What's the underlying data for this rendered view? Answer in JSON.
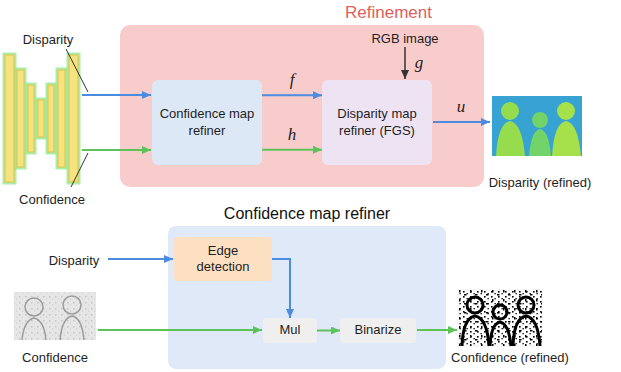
{
  "diagram": {
    "nodes": [
      {
        "text": [
          "Refinement"
        ]
      },
      {
        "text": [
          "Confidence map refiner"
        ],
        "in": 0
      },
      {
        "text": [
          "Disparity map refiner (FGS)"
        ],
        "in": 0
      },
      {
        "text": [
          "Confidence map refiner"
        ]
      },
      {
        "text": [
          "Edge detection"
        ],
        "in": 3
      },
      {
        "text": [
          "Mul"
        ],
        "in": 3
      },
      {
        "text": [
          "Binarize"
        ],
        "in": 3
      }
    ],
    "edges": [
      {
        "from": 1,
        "to": 2,
        "arrow": "to",
        "label": "f"
      },
      {
        "from": 1,
        "to": 2,
        "arrow": "to",
        "label": "h"
      },
      {
        "from": 4,
        "to": 5,
        "arrow": "to"
      },
      {
        "from": 5,
        "to": 6,
        "arrow": "to"
      }
    ],
    "labels": [
      "Disparity",
      "Confidence",
      "RGB image",
      "g",
      "u",
      "Disparity (refined)",
      "Disparity",
      "Confidence",
      "Confidence (refined)"
    ]
  }
}
